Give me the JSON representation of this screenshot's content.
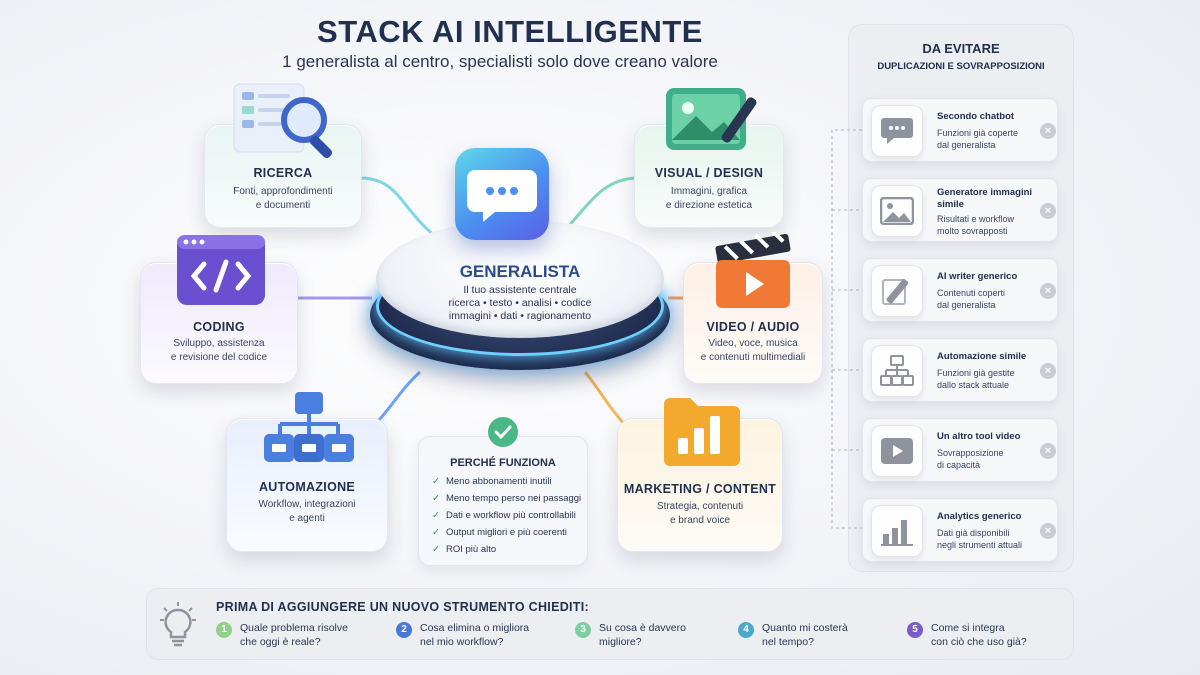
{
  "header": {
    "title": "STACK AI INTELLIGENTE",
    "subtitle": "1 generalista al centro, specialisti solo dove creano valore"
  },
  "center": {
    "title": "GENERALISTA",
    "subtitle": "Il tuo assistente centrale",
    "line1": "ricerca • testo • analisi • codice",
    "line2": "immagini • dati • ragionamento",
    "icon": "chat-bubble-icon"
  },
  "specialists": {
    "ricerca": {
      "title": "RICERCA",
      "desc1": "Fonti, approfondimenti",
      "desc2": "e documenti",
      "icon": "magnifier-document-icon"
    },
    "visual": {
      "title": "VISUAL / DESIGN",
      "desc1": "Immagini, grafica",
      "desc2": "e direzione estetica",
      "icon": "image-brush-icon"
    },
    "coding": {
      "title": "CODING",
      "desc1": "Sviluppo, assistenza",
      "desc2": "e revisione del codice",
      "icon": "code-window-icon"
    },
    "video": {
      "title": "VIDEO / AUDIO",
      "desc1": "Video, voce, musica",
      "desc2": "e contenuti multimediali",
      "icon": "clapperboard-icon"
    },
    "automazione": {
      "title": "AUTOMAZIONE",
      "desc1": "Workflow, integrazioni",
      "desc2": "e agenti",
      "icon": "flowchart-icon"
    },
    "marketing": {
      "title": "MARKETING / CONTENT",
      "desc1": "Strategia, contenuti",
      "desc2": "e brand voice",
      "icon": "bar-chart-folder-icon"
    }
  },
  "perche": {
    "title": "PERCHÉ FUNZIONA",
    "items": [
      "Meno abbonamenti inutili",
      "Meno tempo perso nei passaggi",
      "Dati e workflow più controllabili",
      "Output migliori e più coerenti",
      "ROI più alto"
    ]
  },
  "avoid": {
    "title": "DA EVITARE",
    "subtitle": "DUPLICAZIONI E SOVRAPPOSIZIONI",
    "items": [
      {
        "name1": "Secondo chatbot",
        "name2": "",
        "desc1": "Funzioni già coperte",
        "desc2": "dal generalista",
        "icon": "chat-icon"
      },
      {
        "name1": "Generatore immagini",
        "name2": "simile",
        "desc1": "Risultati e workflow",
        "desc2": "molto sovrapposti",
        "icon": "image-icon"
      },
      {
        "name1": "AI writer generico",
        "name2": "",
        "desc1": "Contenuti coperti",
        "desc2": "dal generalista",
        "icon": "pen-icon"
      },
      {
        "name1": "Automazione simile",
        "name2": "",
        "desc1": "Funzioni già gestite",
        "desc2": "dallo stack attuale",
        "icon": "flowchart-icon"
      },
      {
        "name1": "Un altro tool video",
        "name2": "",
        "desc1": "Sovrapposizione",
        "desc2": "di capacità",
        "icon": "play-icon"
      },
      {
        "name1": "Analytics generico",
        "name2": "",
        "desc1": "Dati già disponibili",
        "desc2": "negli strumenti attuali",
        "icon": "bar-chart-icon"
      }
    ]
  },
  "questions": {
    "title": "PRIMA DI AGGIUNGERE UN NUOVO STRUMENTO CHIEDITI:",
    "items": [
      {
        "num": "1",
        "line1": "Quale problema risolve",
        "line2": "che oggi è reale?",
        "color": "#8fd08a"
      },
      {
        "num": "2",
        "line1": "Cosa elimina o migliora",
        "line2": "nel mio workflow?",
        "color": "#4a78d8"
      },
      {
        "num": "3",
        "line1": "Su cosa è davvero",
        "line2": "migliore?",
        "color": "#7ecfa0"
      },
      {
        "num": "4",
        "line1": "Quanto mi costerà",
        "line2": "nel tempo?",
        "color": "#4aa8c8"
      },
      {
        "num": "5",
        "line1": "Come si integra",
        "line2": "con ciò che uso già?",
        "color": "#7a5cc8"
      }
    ]
  },
  "colors": {
    "teal": "#5ec7b8",
    "green": "#3fae7a",
    "purple": "#6a4fd0",
    "orange": "#f07a35",
    "blue": "#4a7fe0",
    "gold": "#f2a92e"
  }
}
